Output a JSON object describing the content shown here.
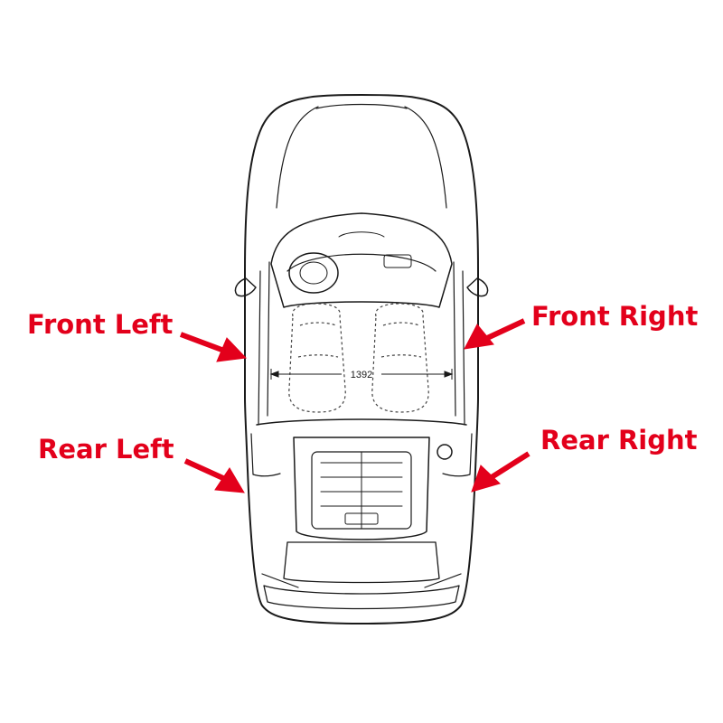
{
  "labels": {
    "front_left": "Front Left",
    "front_right": "Front Right",
    "rear_left": "Rear Left",
    "rear_right": "Rear Right"
  },
  "dimension": {
    "width_value": "1392"
  },
  "colors": {
    "accent": "#e3001b",
    "outline": "#1a1a1a",
    "dashed": "#444444"
  }
}
